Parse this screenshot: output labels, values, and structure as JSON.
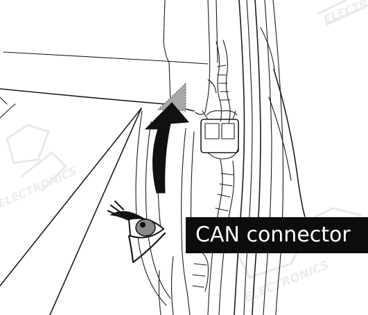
{
  "label": {
    "text": "CAN connector"
  },
  "watermarks": [
    {
      "text": "ELECTRONICS"
    },
    {
      "text": "ELECTRONICS"
    },
    {
      "text": "ELECTRONICS"
    }
  ],
  "colors": {
    "label_bg": "#0d0d0d",
    "label_fg": "#ffffff",
    "line": "#1a1a1a",
    "arrow": "#111111",
    "target_marker": "#a8a8a8",
    "watermark": "#e8e8e8"
  },
  "icons": {
    "eye": "eye-icon",
    "arrow": "up-arrow-icon",
    "target": "triangle-marker-icon"
  }
}
